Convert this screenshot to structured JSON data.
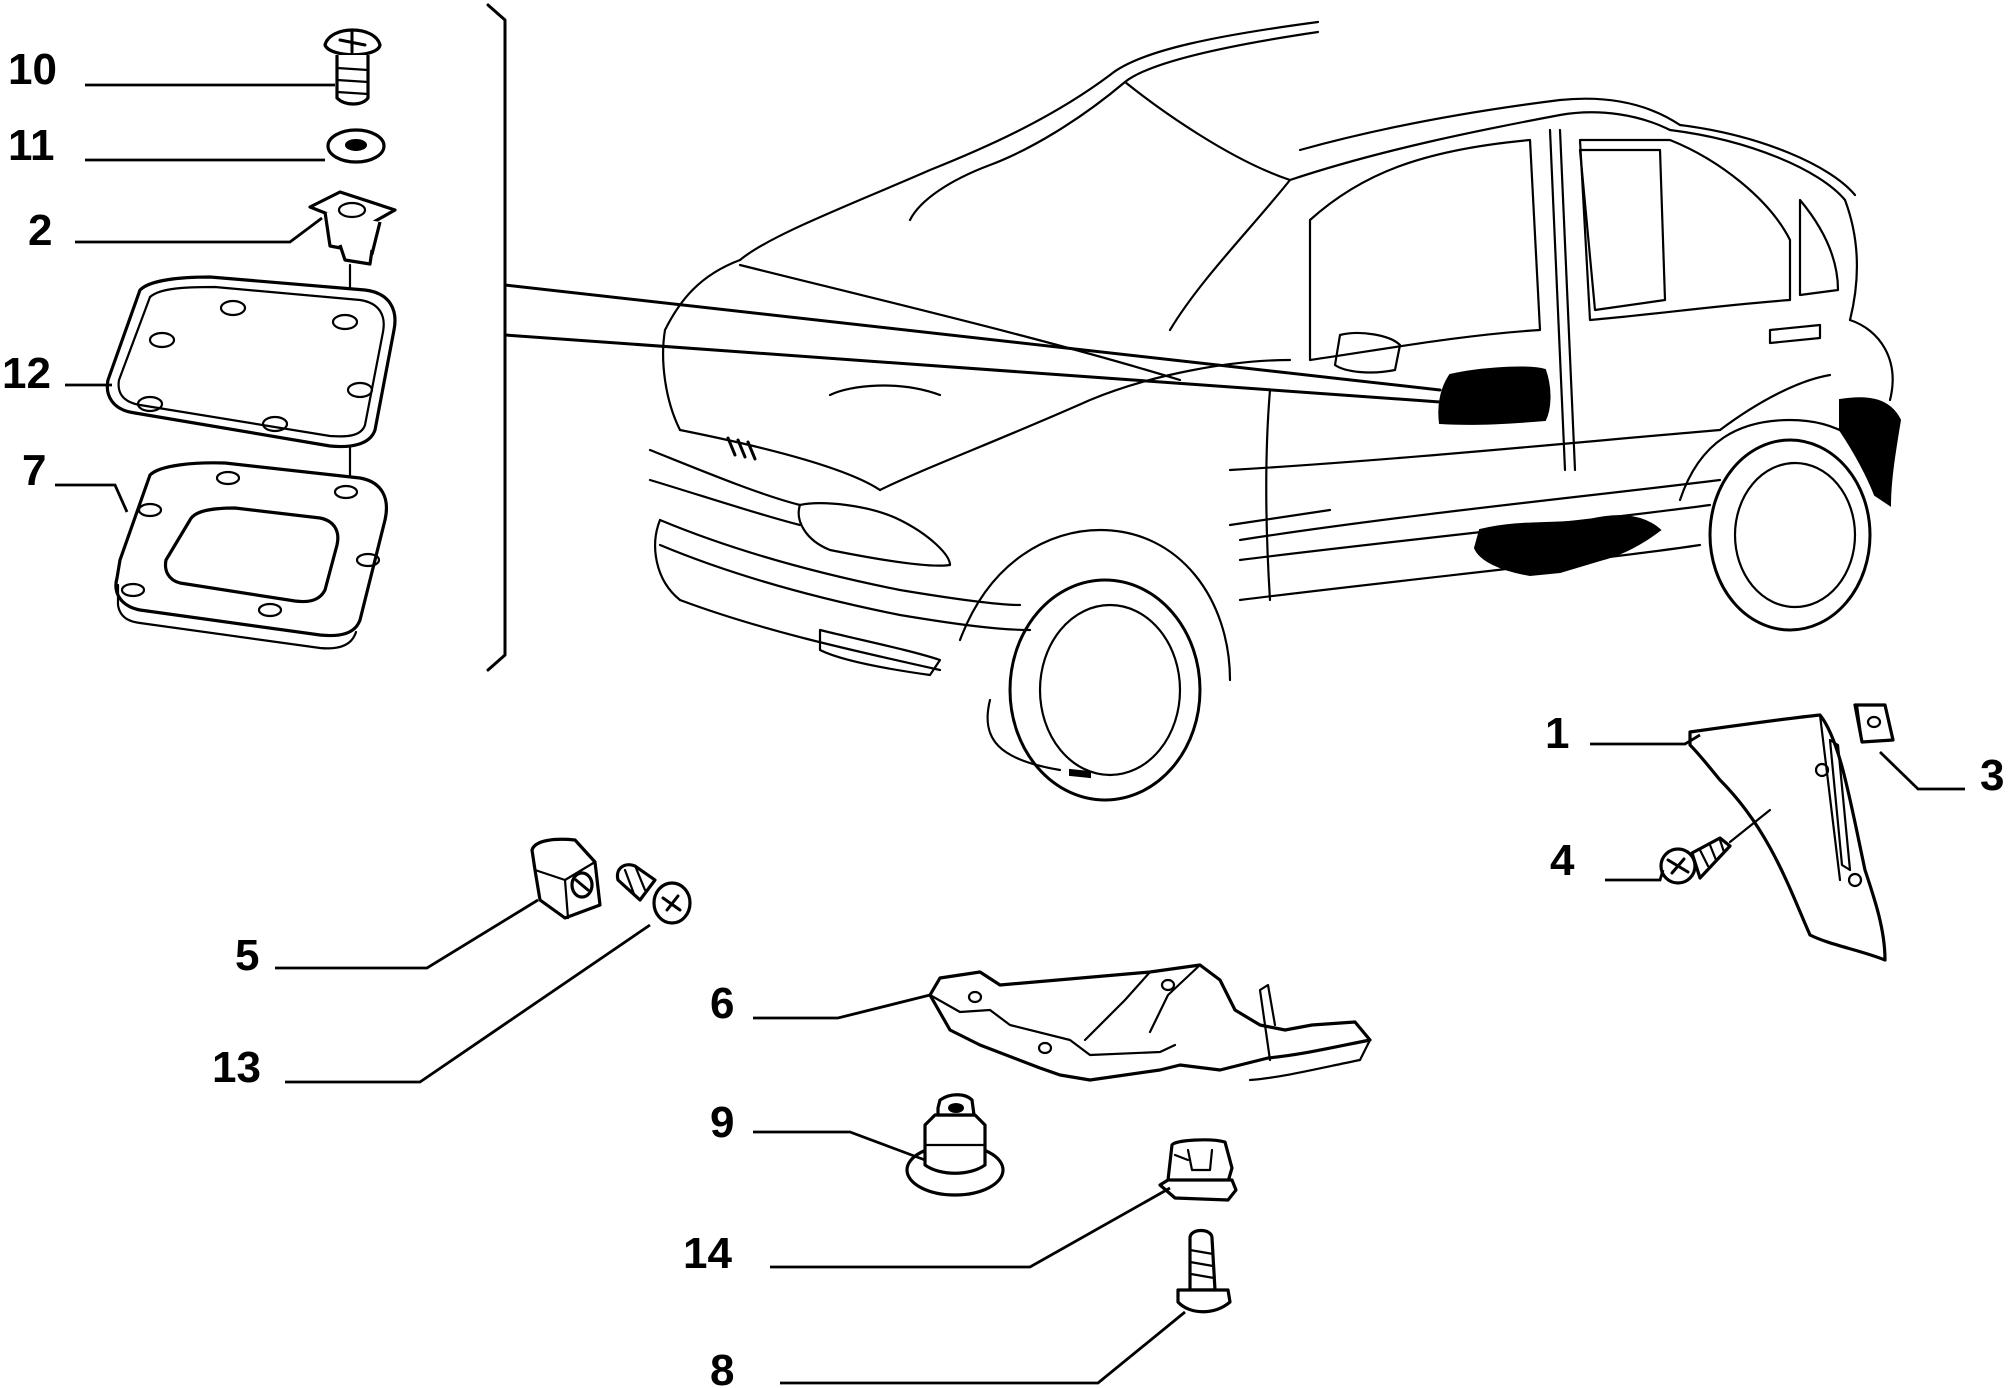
{
  "callouts": [
    {
      "id": "10",
      "label": "10"
    },
    {
      "id": "11",
      "label": "11"
    },
    {
      "id": "2",
      "label": "2"
    },
    {
      "id": "12",
      "label": "12"
    },
    {
      "id": "7",
      "label": "7"
    },
    {
      "id": "1",
      "label": "1"
    },
    {
      "id": "3",
      "label": "3"
    },
    {
      "id": "4",
      "label": "4"
    },
    {
      "id": "5",
      "label": "5"
    },
    {
      "id": "13",
      "label": "13"
    },
    {
      "id": "6",
      "label": "6"
    },
    {
      "id": "9",
      "label": "9"
    },
    {
      "id": "14",
      "label": "14"
    },
    {
      "id": "8",
      "label": "8"
    }
  ],
  "colors": {
    "line": "#000000",
    "background": "#ffffff",
    "highlight_fill": "#000000"
  }
}
